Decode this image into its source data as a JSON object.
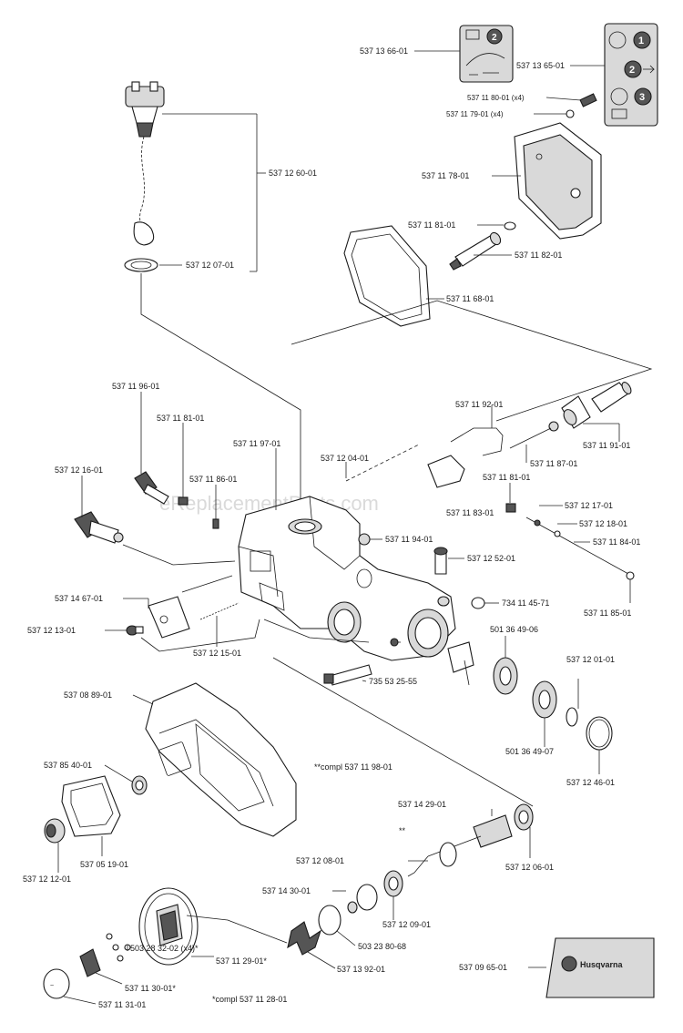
{
  "watermark": "eReplacementParts.com",
  "labels": {
    "l01": "537 13 66-01",
    "l02": "537 13 65-01",
    "l03": "537 11 80-01 (x4)",
    "l04": "537 11 79-01 (x4)",
    "l05": "537 12 60-01",
    "l06": "537 11 78-01",
    "l07": "537 11 81-01",
    "l08": "537 11 82-01",
    "l09": "537 12 07-01",
    "l10": "537 11 68-01",
    "l11": "537 11 96-01",
    "l12": "537 11 92-01",
    "l13": "537 11 81-01",
    "l14": "537 11 91-01",
    "l15": "537 11 97-01",
    "l16": "537 12 04-01",
    "l17": "537 11 87-01",
    "l18": "537 12 16-01",
    "l19": "537 11 86-01",
    "l20": "537 11 81-01",
    "l21": "537 11 83-01",
    "l22": "537 12 17-01",
    "l23": "537 12 18-01",
    "l24": "537 11 84-01",
    "l25": "537 11 94-01",
    "l26": "537 12 52-01",
    "l27": "537 14 67-01",
    "l28": "537 11 85-01",
    "l29": "734 11 45-71",
    "l30": "537 12 13-01",
    "l31": "537 12 15-01",
    "l32": "501 36 49-06",
    "l33": "735 53 25-55",
    "l34": "537 12 01-01",
    "l35": "537 08 89-01",
    "l36": "501 36 49-07",
    "l37": "537 12 46-01",
    "l38": "537 85 40-01",
    "l39": "**compl 537 11 98-01",
    "l40": "537 14 29-01",
    "l41": "537 05 19-01",
    "l42": "537 12 12-01",
    "l43": "537 12 08-01",
    "l44": "537 12 06-01",
    "l45": "537 14 30-01",
    "l46": "537 12 09-01",
    "l47": "503 23 80-68",
    "l48": "537 11 29-01*",
    "l49": "503 28 32-02 (x4)*",
    "l50": "537 13 92-01",
    "l51": "537 11 30-01*",
    "l52": "537 09 65-01",
    "l53": "537 11 31-01",
    "l54": "*compl 537 11 28-01",
    "l55": "**",
    "l56": "**"
  },
  "decal": {
    "brand": "Husqvarna",
    "steps": [
      "1",
      "2",
      "3",
      "2"
    ]
  },
  "colors": {
    "ink": "#1a1a1a",
    "decal_bg": "#d0d0d0",
    "dark": "#555555"
  }
}
